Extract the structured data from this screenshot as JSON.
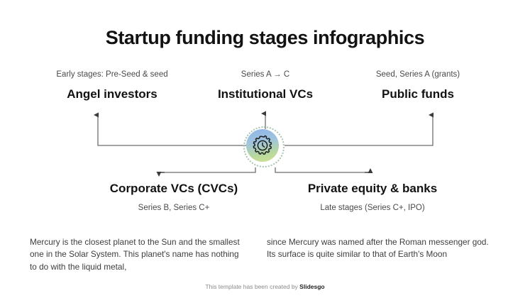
{
  "slide": {
    "title": "Startup funding stages infographics",
    "background_color": "#ffffff"
  },
  "hub": {
    "icon_name": "gear-clock-icon",
    "gradient_from": "#8fb4e8",
    "gradient_to": "#cfe38f",
    "ring_color": "#a8c3b0"
  },
  "nodes": {
    "angel": {
      "caption": "Early stages: Pre-Seed & seed",
      "title": "Angel investors"
    },
    "institutional": {
      "caption": "Series A → C",
      "title": "Institutional VCs"
    },
    "public": {
      "caption": "Seed, Series A (grants)",
      "title": "Public funds"
    },
    "corporate": {
      "title": "Corporate VCs (CVCs)",
      "caption": "Series B, Series C+"
    },
    "private": {
      "title": "Private equity & banks",
      "caption": "Late stages (Series C+, IPO)"
    }
  },
  "paragraphs": {
    "left": "Mercury is the closest planet to the Sun and the smallest one in the Solar System. This planet's name has nothing to do with the liquid metal,",
    "right": "since Mercury was named after the Roman messenger god. Its surface is quite similar to that of Earth's Moon"
  },
  "footer": {
    "prefix": "This template has been created by ",
    "brand": "Slidesgo"
  }
}
